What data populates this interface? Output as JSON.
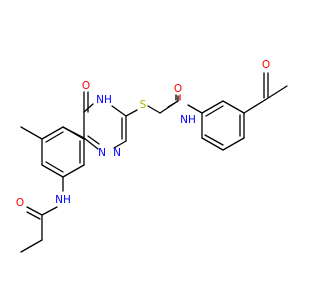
{
  "molecule": {
    "atom_colors": {
      "O": "#ff0000",
      "N": "#0000ff",
      "S": "#b2b200",
      "C": "#000000"
    },
    "labels": {
      "keto_o_acetyl": "O",
      "amide_o_right": "O",
      "amide_nh_right": "NH",
      "sulfur": "S",
      "ring_nh": "NH",
      "ring_oxo": "O",
      "ring_n_a": "N",
      "ring_n_b": "N",
      "amide_nh_left": "NH",
      "amide_o_left": "O"
    }
  }
}
